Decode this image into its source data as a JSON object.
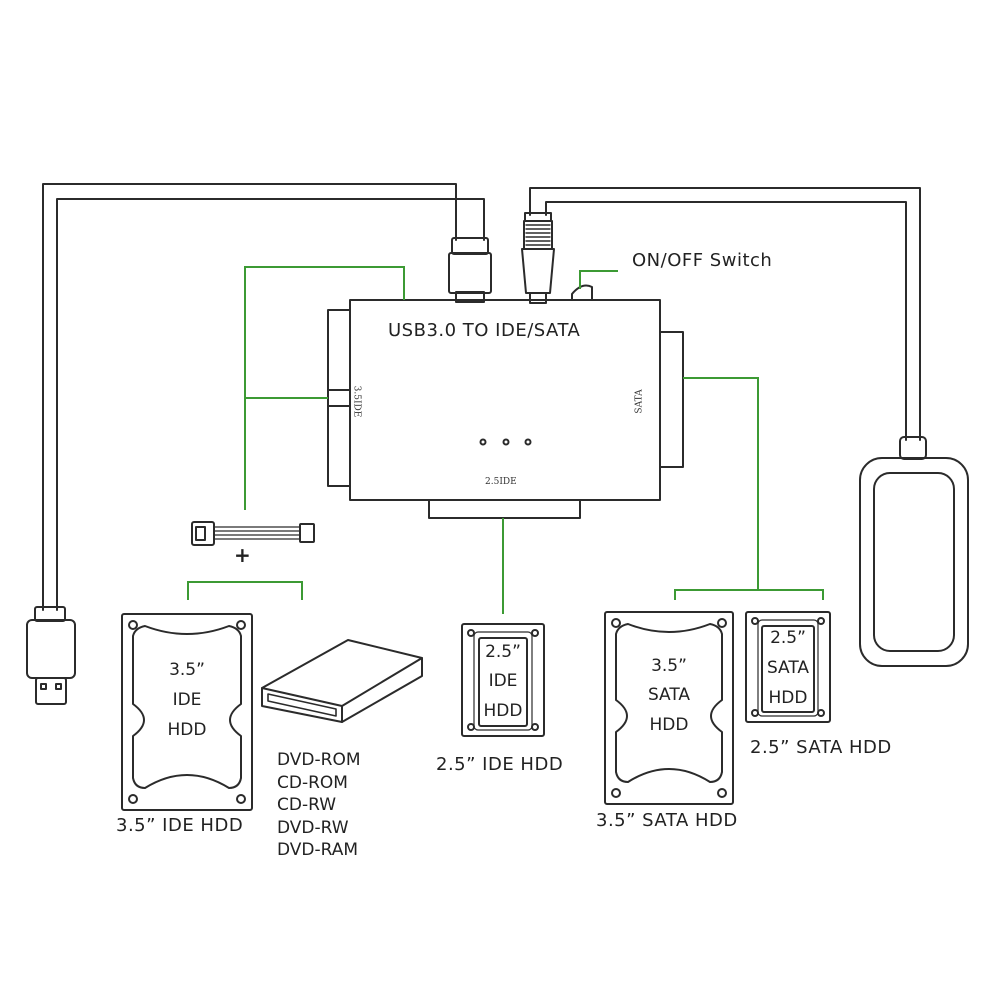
{
  "adapter": {
    "title": "USB3.0 TO IDE/SATA",
    "port_left": "3.5IDE",
    "port_right": "SATA",
    "port_bottom": "2.5IDE",
    "switch_label": "ON/OFF Switch"
  },
  "connector": {
    "plus": "+"
  },
  "devices": {
    "ide35": {
      "size": "3.5”",
      "type": "IDE",
      "kind": "HDD",
      "caption": "3.5”  IDE HDD"
    },
    "optical": {
      "items": [
        "DVD-ROM",
        "CD-ROM",
        "CD-RW",
        "DVD-RW",
        "DVD-RAM"
      ]
    },
    "ide25": {
      "size": "2.5”",
      "type": "IDE",
      "kind": "HDD",
      "caption": "2.5”  IDE HDD"
    },
    "sata35": {
      "size": "3.5”",
      "type": "SATA",
      "kind": "HDD",
      "caption": "3.5”  SATA HDD"
    },
    "sata25": {
      "size": "2.5”",
      "type": "SATA",
      "kind": "HDD",
      "caption": "2.5”  SATA HDD"
    }
  },
  "colors": {
    "line": "#2b2b2b",
    "link": "#3c9a34",
    "fill": "#ffffff"
  }
}
